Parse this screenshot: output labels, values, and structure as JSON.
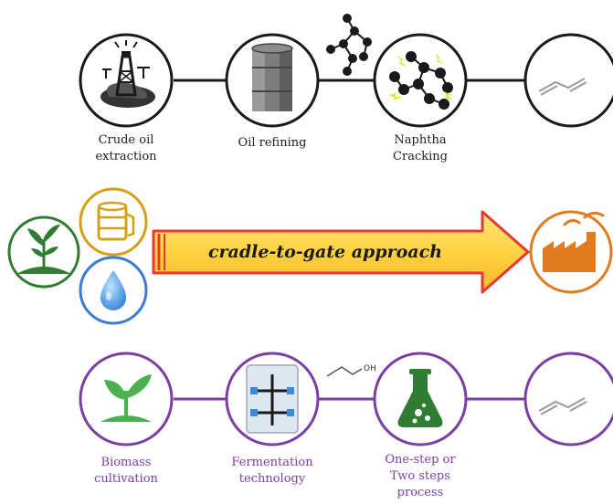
{
  "row1": {
    "nodes": [
      {
        "label_lines": [
          "Crude oil",
          "extraction"
        ],
        "icon": "oil-derrick-icon"
      },
      {
        "label_lines": [
          "Oil refining"
        ],
        "icon": "oil-barrel-icon"
      },
      {
        "label_lines": [
          "Naphtha",
          "Cracking"
        ],
        "icon": "molecule-cracking-icon"
      },
      {
        "label_lines": [],
        "icon": "butadiene-structure-icon"
      }
    ],
    "color": "#1a1a1a"
  },
  "row2": {
    "arrow_text": "cradle-to-gate approach",
    "inputs": [
      "plant-icon",
      "oil-drum-icon",
      "water-drop-icon"
    ],
    "output": "factory-icon",
    "colors": {
      "plant": "#2e7d32",
      "drum": "#d4a017",
      "water": "#3a7bd5",
      "arrow_fill": "#ffd84a",
      "arrow_stroke": "#e53935",
      "factory": "#e07b1f"
    }
  },
  "row3": {
    "nodes": [
      {
        "label_lines": [
          "Biomass",
          "cultivation"
        ],
        "icon": "sprout-icon"
      },
      {
        "label_lines": [
          "Fermentation",
          "technology"
        ],
        "icon": "fermenter-icon"
      },
      {
        "label_lines": [
          "One-step or",
          "Two steps",
          "process"
        ],
        "icon": "flask-icon"
      },
      {
        "label_lines": [],
        "icon": "butadiene-structure-icon"
      }
    ],
    "ethanol_label": "OH",
    "color": "#7a3fa0"
  }
}
